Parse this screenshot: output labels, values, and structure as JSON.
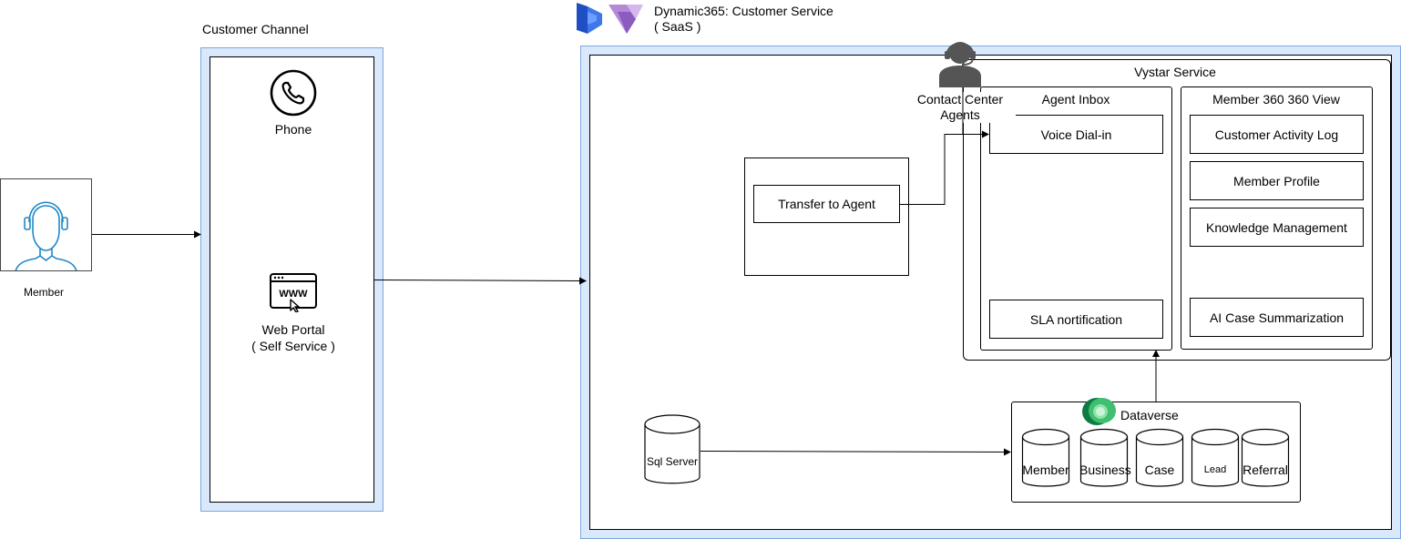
{
  "member": {
    "label": "Member"
  },
  "customer_channel": {
    "title": "Customer Channel",
    "phone_label": "Phone",
    "web_portal_line1": "Web Portal",
    "web_portal_line2": "( Self Service )",
    "www_text": "WWW"
  },
  "dynamics": {
    "title_line1": "Dynamic365: Customer Service",
    "title_line2": "( SaaS )"
  },
  "transfer": {
    "label": "Transfer to Agent"
  },
  "contact_center": {
    "line1": "Contact Center",
    "line2": "Agents"
  },
  "vystar": {
    "title": "Vystar Service",
    "agent_inbox": {
      "title": "Agent Inbox",
      "voice_dialin": "Voice Dial-in",
      "sla": "SLA nortification"
    },
    "member360": {
      "title": "Member 360 360 View",
      "activity_log": "Customer Activity Log",
      "member_profile": "Member Profile",
      "knowledge": "Knowledge Management",
      "ai_summary": "AI Case Summarization"
    }
  },
  "sql": {
    "label": "Sql Server"
  },
  "dataverse": {
    "title": "Dataverse",
    "tables": [
      "Member",
      "Business",
      "Case",
      "Lead",
      "Referral"
    ]
  },
  "colors": {
    "container_fill": "#dae8fc",
    "container_stroke": "#7ea6e0",
    "user_icon": "#1e88c8",
    "dynamics_blue": "#2f5bd3",
    "power_purple": "#b48ad6",
    "dataverse_green": "#1e9e5a"
  }
}
